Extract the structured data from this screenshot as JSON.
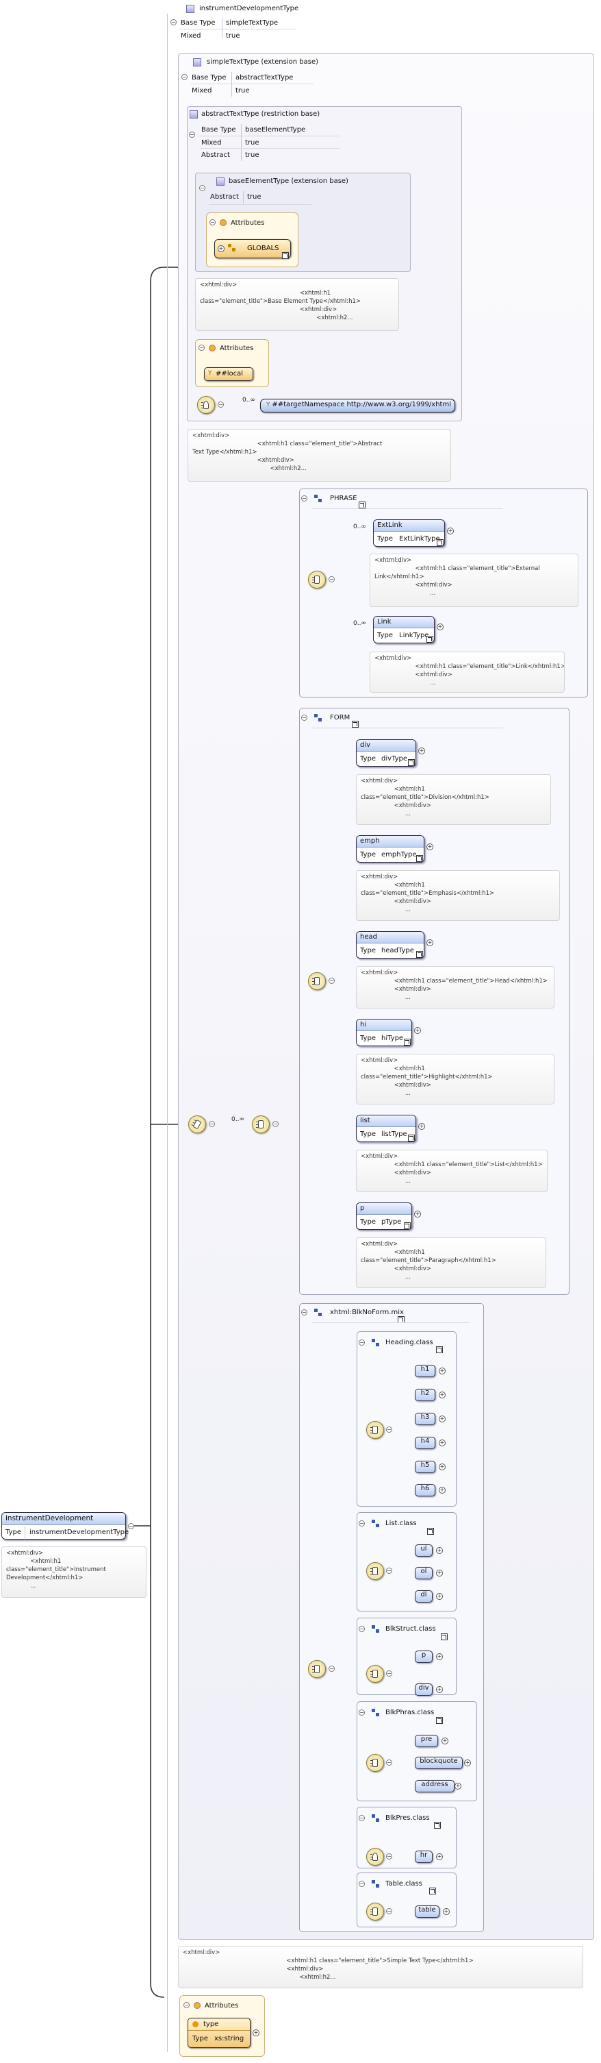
{
  "root": {
    "title": "instrumentDevelopmentType",
    "props": [
      {
        "key": "Base Type",
        "value": "simpleTextType"
      },
      {
        "key": "Mixed",
        "value": "true"
      }
    ]
  },
  "simpleText": {
    "title": "simpleTextType (extension base)",
    "props": [
      {
        "key": "Base Type",
        "value": "abstractTextType"
      },
      {
        "key": "Mixed",
        "value": "true"
      }
    ],
    "doc": "<xhtml:div>\n                                                        <xhtml:h1 class=\"element_title\">Simple Text Type</xhtml:h1>\n                                                        <xhtml:div>\n                                                               <xhtml:h2..."
  },
  "abstractText": {
    "title": "abstractTextType (restriction base)",
    "props": [
      {
        "key": "Base Type",
        "value": "baseElementType"
      },
      {
        "key": "Mixed",
        "value": "true"
      },
      {
        "key": "Abstract",
        "value": "true"
      }
    ],
    "doc": "<xhtml:div>\n                                   <xhtml:h1 class=\"element_title\">Abstract\nText Type</xhtml:h1>\n                                   <xhtml:div>\n                                          <xhtml:h2..."
  },
  "baseElement": {
    "title": "baseElementType (extension base)",
    "props": [
      {
        "key": "Abstract",
        "value": "true"
      }
    ],
    "attrs_label": "Attributes",
    "globals": "GLOBALS",
    "doc": "<xhtml:div>\n                                                      <xhtml:h1\nclass=\"element_title\">Base Element Type</xhtml:h1>\n                                                      <xhtml:div>\n                                                               <xhtml:h2..."
  },
  "abstractAttrs": {
    "label": "Attributes",
    "item": "##local"
  },
  "wildcard": {
    "cardinality": "0..∞",
    "label": "##targetNamespace http://www.w3.org/1999/xhtml"
  },
  "outer_cardinality": "0..∞",
  "phrase": {
    "title": "PHRASE",
    "elements": [
      {
        "name": "ExtLink",
        "type_key": "Type",
        "type": "ExtLinkType",
        "card": "0..∞",
        "doc": "<xhtml:div>\n                      <xhtml:h1 class=\"element_title\">External\nLink</xhtml:h1>\n                      <xhtml:div>\n                              ..."
      },
      {
        "name": "Link",
        "type_key": "Type",
        "type": "LinkType",
        "card": "0..∞",
        "doc": "<xhtml:div>\n                      <xhtml:h1 class=\"element_title\">Link</xhtml:h1>\n                      <xhtml:div>\n                              ..."
      }
    ]
  },
  "form": {
    "title": "FORM",
    "elements": [
      {
        "name": "div",
        "type_key": "Type",
        "type": "divType",
        "doc": "<xhtml:div>\n                  <xhtml:h1\nclass=\"element_title\">Division</xhtml:h1>\n                  <xhtml:div>\n                        ..."
      },
      {
        "name": "emph",
        "type_key": "Type",
        "type": "emphType",
        "doc": "<xhtml:div>\n                  <xhtml:h1\nclass=\"element_title\">Emphasis</xhtml:h1>\n                  <xhtml:div>\n                        ..."
      },
      {
        "name": "head",
        "type_key": "Type",
        "type": "headType",
        "doc": "<xhtml:div>\n                  <xhtml:h1 class=\"element_title\">Head</xhtml:h1>\n                  <xhtml:div>\n                        ..."
      },
      {
        "name": "hi",
        "type_key": "Type",
        "type": "hiType",
        "doc": "<xhtml:div>\n                  <xhtml:h1\nclass=\"element_title\">Highlight</xhtml:h1>\n                  <xhtml:div>\n                        ..."
      },
      {
        "name": "list",
        "type_key": "Type",
        "type": "listType",
        "doc": "<xhtml:div>\n                  <xhtml:h1 class=\"element_title\">List</xhtml:h1>\n                  <xhtml:div>\n                        ..."
      },
      {
        "name": "p",
        "type_key": "Type",
        "type": "pType",
        "doc": "<xhtml:div>\n                  <xhtml:h1\nclass=\"element_title\">Paragraph</xhtml:h1>\n                  <xhtml:div>\n                        ..."
      }
    ]
  },
  "bknoform": {
    "title": "xhtml:BlkNoForm.mix",
    "groups": [
      {
        "title": "Heading.class",
        "items": [
          "h1",
          "h2",
          "h3",
          "h4",
          "h5",
          "h6"
        ]
      },
      {
        "title": "List.class",
        "items": [
          "ul",
          "ol",
          "dl"
        ]
      },
      {
        "title": "BlkStruct.class",
        "items": [
          "p",
          "div"
        ]
      },
      {
        "title": "BlkPhras.class",
        "items": [
          "pre",
          "blockquote",
          "address"
        ]
      },
      {
        "title": "BlkPres.class",
        "items": [
          "hr"
        ]
      },
      {
        "title": "Table.class",
        "items": [
          "table"
        ]
      }
    ]
  },
  "element": {
    "name": "instrumentDevelopment",
    "type_key": "Type",
    "type": "instrumentDevelopmentType",
    "doc": "<xhtml:div>\n             <xhtml:h1\nclass=\"element_title\">Instrument\nDevelopment</xhtml:h1>\n             ..."
  },
  "bottomAttrs": {
    "label": "Attributes",
    "name": "type",
    "type_key": "Type",
    "type": "xs:string"
  }
}
